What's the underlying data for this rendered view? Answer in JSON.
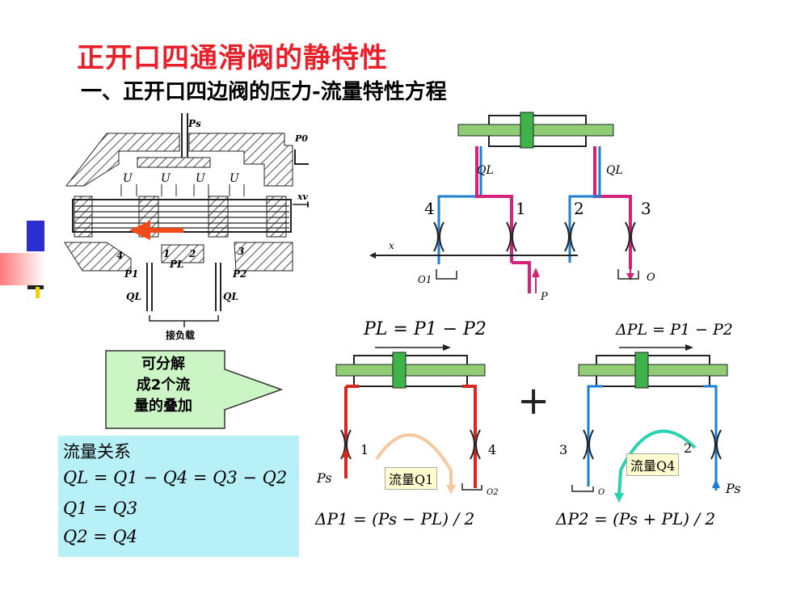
{
  "title": "正开口四通滑阀的静特性",
  "subtitle": "一、正开口四边阀的压力-流量特性方程",
  "left_diagram": {
    "ps": "Ps",
    "p0": "P0",
    "xv": "xv",
    "u_labels": [
      "U",
      "U",
      "U",
      "U"
    ],
    "p1": "P1",
    "p2": "P2",
    "pl": "PL",
    "ql_left": "QL",
    "ql_right": "QL",
    "num_1": "1",
    "num_2": "2",
    "num_3": "3",
    "num_4": "4",
    "load_label": "接负载"
  },
  "bridge_diagram": {
    "ql_left": "QL",
    "ql_right": "QL",
    "n4": "4",
    "n1": "1",
    "n2": "2",
    "n3": "3",
    "x": "x",
    "o1": "O1",
    "o": "O",
    "p": "P"
  },
  "callout": {
    "line1": "可分解",
    "line2": "成2个流",
    "line3": "量的叠加"
  },
  "flow_box": {
    "heading": "流量关系",
    "eq1": "QL = Q1 − Q4 = Q3 − Q2",
    "eq2": "Q1 = Q3",
    "eq3": "Q2 = Q4"
  },
  "sub1": {
    "top_eq": "PL = P1 − P2",
    "n1": "1",
    "n4": "4",
    "ps": "Ps",
    "o2": "O2",
    "flow_label": "流量Q1",
    "dp_eq": "ΔP1 = (Ps − PL) / 2"
  },
  "sub2": {
    "top_eq": "ΔPL = P1 − P2",
    "n3": "3",
    "n2": "2",
    "ps": "Ps",
    "o": "O",
    "flow_label": "流量Q4",
    "dp_eq": "ΔP2 = (Ps + PL) / 2"
  },
  "plus": "+",
  "colors": {
    "title": "#e8202a",
    "magenta": "#d4237a",
    "blue": "#1e7fd0",
    "red": "#d7281f",
    "green": "#8fcc74",
    "cyan_box": "#b7f0f7",
    "callout": "#ccf5c6"
  }
}
